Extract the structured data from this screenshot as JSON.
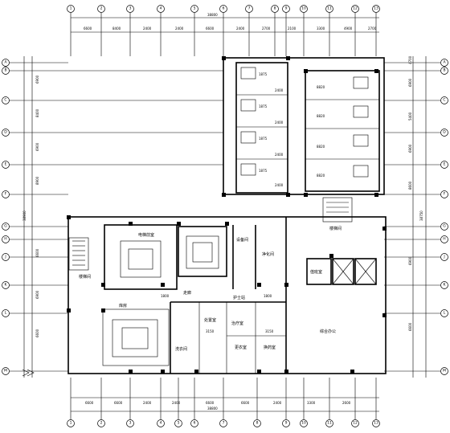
{
  "drawing": {
    "top_total_dim": "38800",
    "bottom_total_dim": "38800",
    "left_total_dim": "38900",
    "right_total_dim": "38750"
  },
  "top_dims": [
    "6600",
    "8400",
    "2400",
    "2400",
    "6600",
    "2400",
    "2700",
    "2100",
    "3300",
    "4900",
    "2700"
  ],
  "bottom_dims": [
    "6600",
    "6600",
    "2400",
    "2400",
    "6600",
    "6600",
    "2400",
    "3300",
    "2600"
  ],
  "left_dims": [
    "6900",
    "8400",
    "6900",
    "8900",
    "6600",
    "6900",
    "6600"
  ],
  "right_dims": [
    "4700",
    "6900",
    "5400",
    "6900",
    "8600",
    "6900",
    "6600"
  ],
  "rooms": {
    "equipment": "设备间",
    "clean_room": "净化间",
    "general_office": "综合办公",
    "duty_room": "值班室",
    "wash_room": "洗衣间",
    "stair_1": "楼梯间",
    "stair_2": "楼梯间",
    "corridor": "走廊",
    "nurse_station": "护士站",
    "elevator_hall": "电梯前室",
    "storage": "库房",
    "treatment": "治疗室",
    "dressing": "更衣室",
    "changing": "换药室",
    "disposal": "处置室"
  },
  "bubble_labels": {
    "left": [
      "A",
      "B",
      "C",
      "D",
      "E",
      "F",
      "G",
      "H",
      "J",
      "K",
      "L",
      "M"
    ],
    "right": [
      "A",
      "B",
      "C",
      "D",
      "E",
      "F",
      "G",
      "H",
      "J",
      "K",
      "L",
      "M"
    ],
    "top": [
      "1",
      "2",
      "3",
      "4",
      "5",
      "6",
      "7",
      "8",
      "9",
      "10",
      "11",
      "12",
      "13"
    ],
    "bottom": [
      "1",
      "2",
      "3",
      "4",
      "5",
      "6",
      "7",
      "8",
      "9",
      "10",
      "11",
      "12",
      "13"
    ]
  },
  "dimension_labels": [
    "1875",
    "2400",
    "1875",
    "2400",
    "1875",
    "2400",
    "1875",
    "2400",
    "8820",
    "8820",
    "8820",
    "8820",
    "1800",
    "1800",
    "3150",
    "3150"
  ]
}
